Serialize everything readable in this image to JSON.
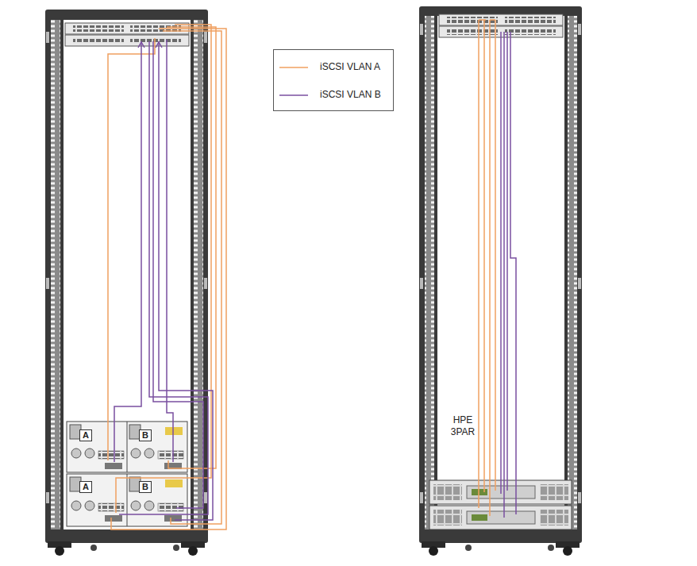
{
  "diagram": {
    "labels": [
      "A",
      "B",
      "A",
      "B",
      "HPE 3PAR"
    ],
    "legend": [
      {
        "text": "iSCSI VLAN A"
      },
      {
        "text": "iSCSI VLAN B"
      }
    ]
  }
}
